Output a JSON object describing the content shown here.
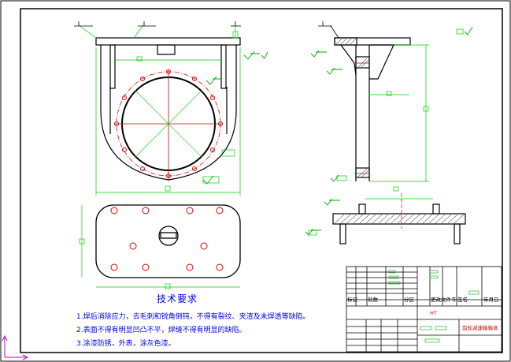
{
  "technical_requirements": {
    "title": "技术要求",
    "items": [
      "1.焊后消除应力，去毛刺和锐角倒钝，不得有裂纹、夹渣及未焊透等缺陷。",
      "2.表面不得有明显凹凸不平，焊缝不得有明显的缺陷。",
      "3.涂漆防锈，外表，涂灰色漆。"
    ]
  },
  "title_block": {
    "material_label": "HT",
    "part_name": "齿轮减速箱箱体",
    "labels": [
      "标记",
      "处数",
      "分区",
      "更改文件号",
      "签名",
      "年月日"
    ]
  },
  "colors": {
    "outline": "#000000",
    "dimension": "#00cc00",
    "center": "#dd0000",
    "hidden": "#0000ee",
    "surface": "#00aa00"
  }
}
